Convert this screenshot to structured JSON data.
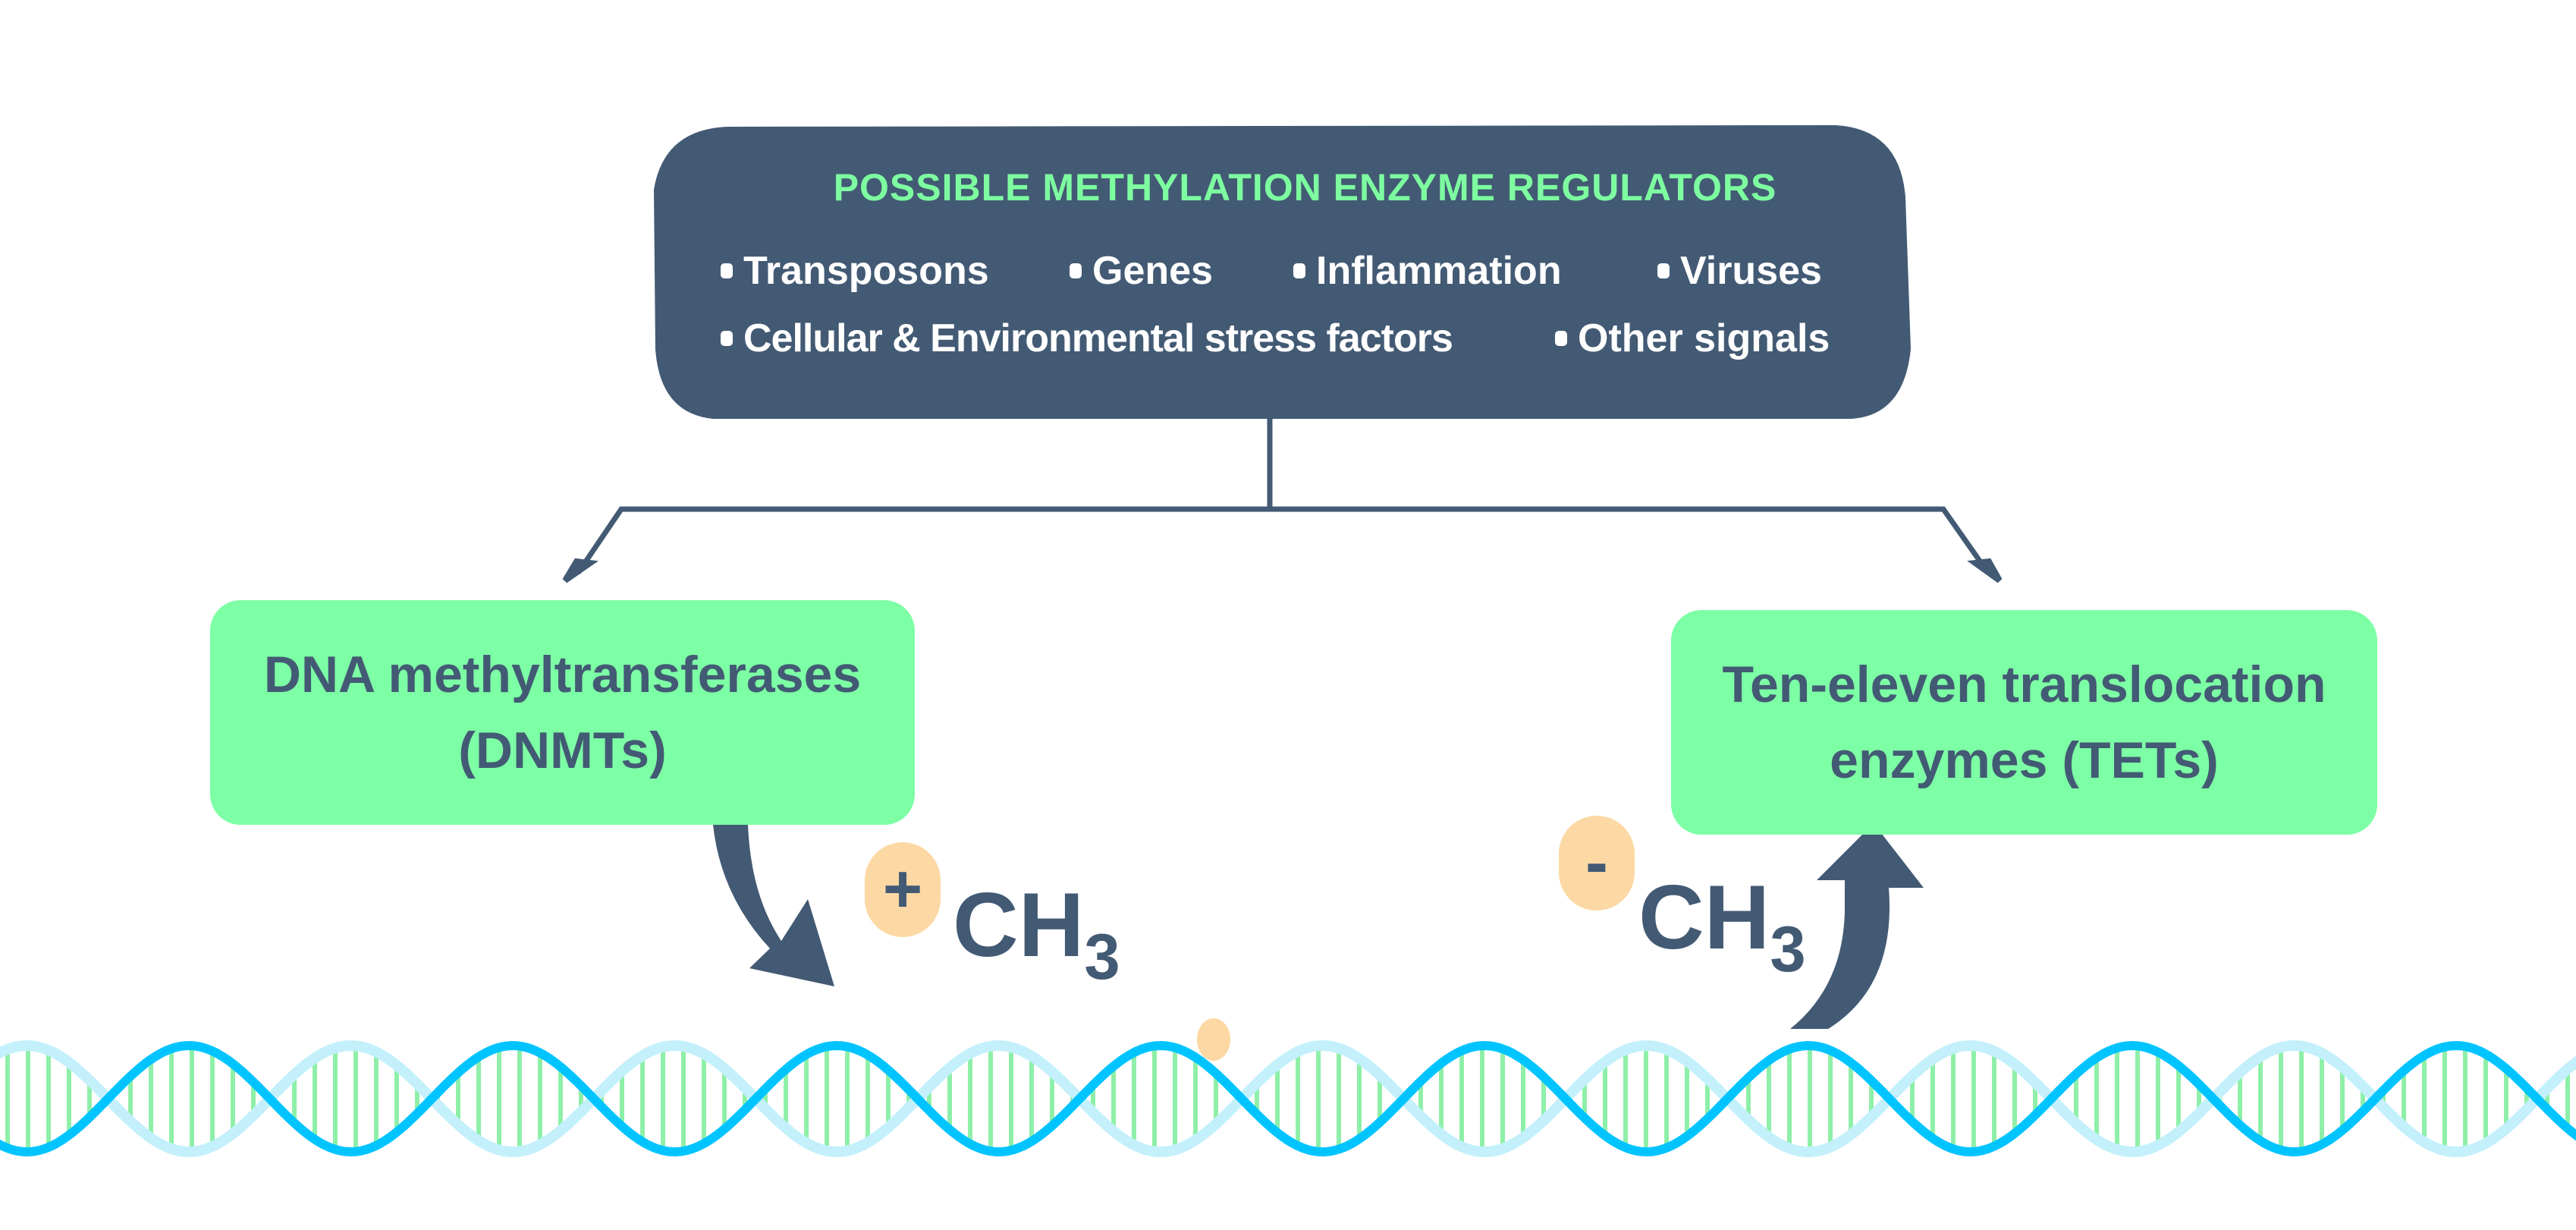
{
  "regulators": {
    "title": "POSSIBLE METHYLATION ENZYME REGULATORS",
    "items": [
      "Transposons",
      "Genes",
      "Inflammation",
      "Viruses",
      "Cellular & Environmental stress factors",
      "Other signals"
    ]
  },
  "enzymes": {
    "left": {
      "line1": "DNA methyltransferases",
      "line2": "(DNMTs)"
    },
    "right": {
      "line1": "Ten-eleven translocation",
      "line2": "enzymes (TETs)"
    }
  },
  "methyl": {
    "add_sign": "+",
    "remove_sign": "-",
    "group": "CH",
    "subscript": "3"
  },
  "colors": {
    "navy": "#435a74",
    "green": "#7dffa5",
    "title_green": "#7dfda0",
    "orange": "#fcd9a4",
    "dna_dark": "#00c4ff",
    "dna_light": "#c3f0fb",
    "rungs": "#8ef0a8"
  }
}
